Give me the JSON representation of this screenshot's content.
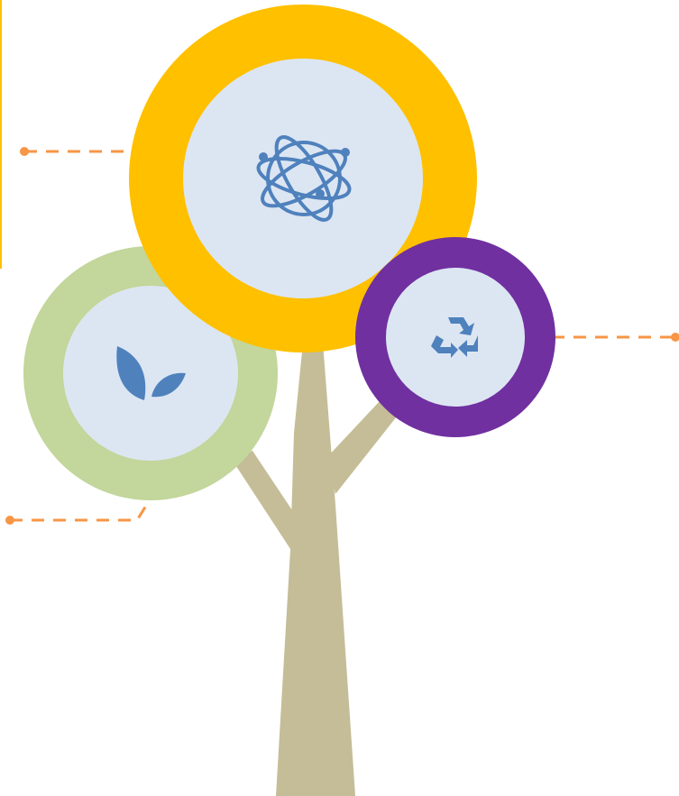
{
  "diagram": {
    "type": "tree-infographic",
    "colors": {
      "background": "#ffffff",
      "trunk": "#C4BD97",
      "inner_fill": "#DCE6F2",
      "icon": "#4F81BD",
      "connector": "#F79646",
      "side_bar": "#FFC000"
    },
    "circles": [
      {
        "id": "circle-science",
        "ring_color": "#FFC000",
        "icon": "atom-icon",
        "position": "top-center",
        "connector_side": "left"
      },
      {
        "id": "circle-nature",
        "ring_color": "#C3D69B",
        "icon": "leaves-icon",
        "position": "lower-left",
        "connector_side": "left"
      },
      {
        "id": "circle-recycle",
        "ring_color": "#7030A0",
        "icon": "recycle-icon",
        "position": "right",
        "connector_side": "right"
      }
    ]
  }
}
